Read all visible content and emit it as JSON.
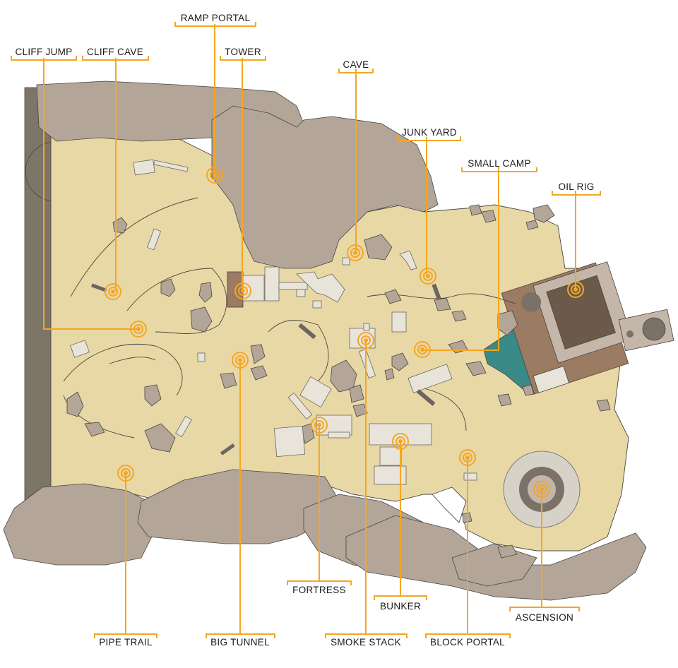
{
  "map": {
    "colors": {
      "ground": "#e8d8a6",
      "rock": "#b3a699",
      "cliff_wall": "#7d7668",
      "water": "#3a8a88",
      "accent": "#f5a623",
      "oil_rig": "#9b7b62"
    },
    "locations": [
      {
        "key": "ramp_portal",
        "label": "RAMP PORTAL"
      },
      {
        "key": "cliff_jump",
        "label": "CLIFF JUMP"
      },
      {
        "key": "cliff_cave",
        "label": "CLIFF CAVE"
      },
      {
        "key": "tower",
        "label": "TOWER"
      },
      {
        "key": "cave",
        "label": "CAVE"
      },
      {
        "key": "junk_yard",
        "label": "JUNK YARD"
      },
      {
        "key": "small_camp",
        "label": "SMALL CAMP"
      },
      {
        "key": "oil_rig",
        "label": "OIL RIG"
      },
      {
        "key": "fortress",
        "label": "FORTRESS"
      },
      {
        "key": "bunker",
        "label": "BUNKER"
      },
      {
        "key": "ascension",
        "label": "ASCENSION"
      },
      {
        "key": "pipe_trail",
        "label": "PIPE TRAIL"
      },
      {
        "key": "big_tunnel",
        "label": "BIG TUNNEL"
      },
      {
        "key": "smoke_stack",
        "label": "SMOKE STACK"
      },
      {
        "key": "block_portal",
        "label": "BLOCK PORTAL"
      }
    ]
  }
}
